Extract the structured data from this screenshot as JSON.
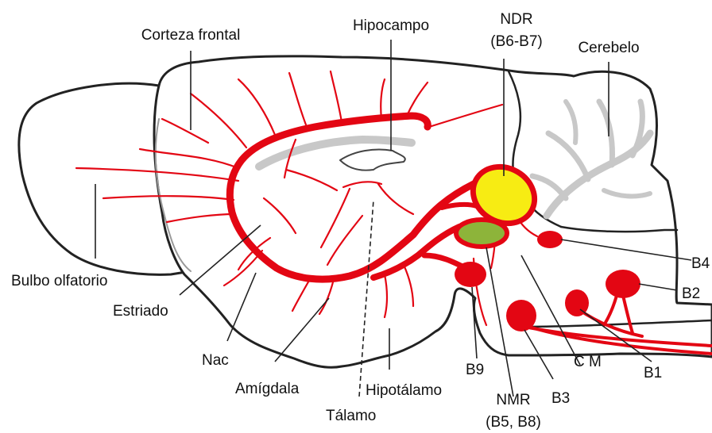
{
  "labels": {
    "corteza_frontal": "Corteza frontal",
    "hipocampo": "Hipocampo",
    "ndr_line1": "NDR",
    "ndr_line2": "(B6-B7)",
    "cerebelo": "Cerebelo",
    "bulbo_olfatorio": "Bulbo olfatorio",
    "estriado": "Estriado",
    "nac": "Nac",
    "amigdala": "Amígdala",
    "talamo": "Tálamo",
    "hipotalamo": "Hipotálamo",
    "b9": "B9",
    "nmr_line1": "NMR",
    "nmr_line2": "(B5, B8)",
    "b3": "B3",
    "cm": "C M",
    "b1": "B1",
    "b2": "B2",
    "b4": "B4"
  },
  "colors": {
    "serotonergic_pathway": "#e30613",
    "ndr_nucleus": "#f7ec13",
    "nmr_nucleus": "#8db43a",
    "subcortical_regions": "#dcdcf2",
    "ventricles": "#c8c8c8",
    "outline": "#222222"
  }
}
